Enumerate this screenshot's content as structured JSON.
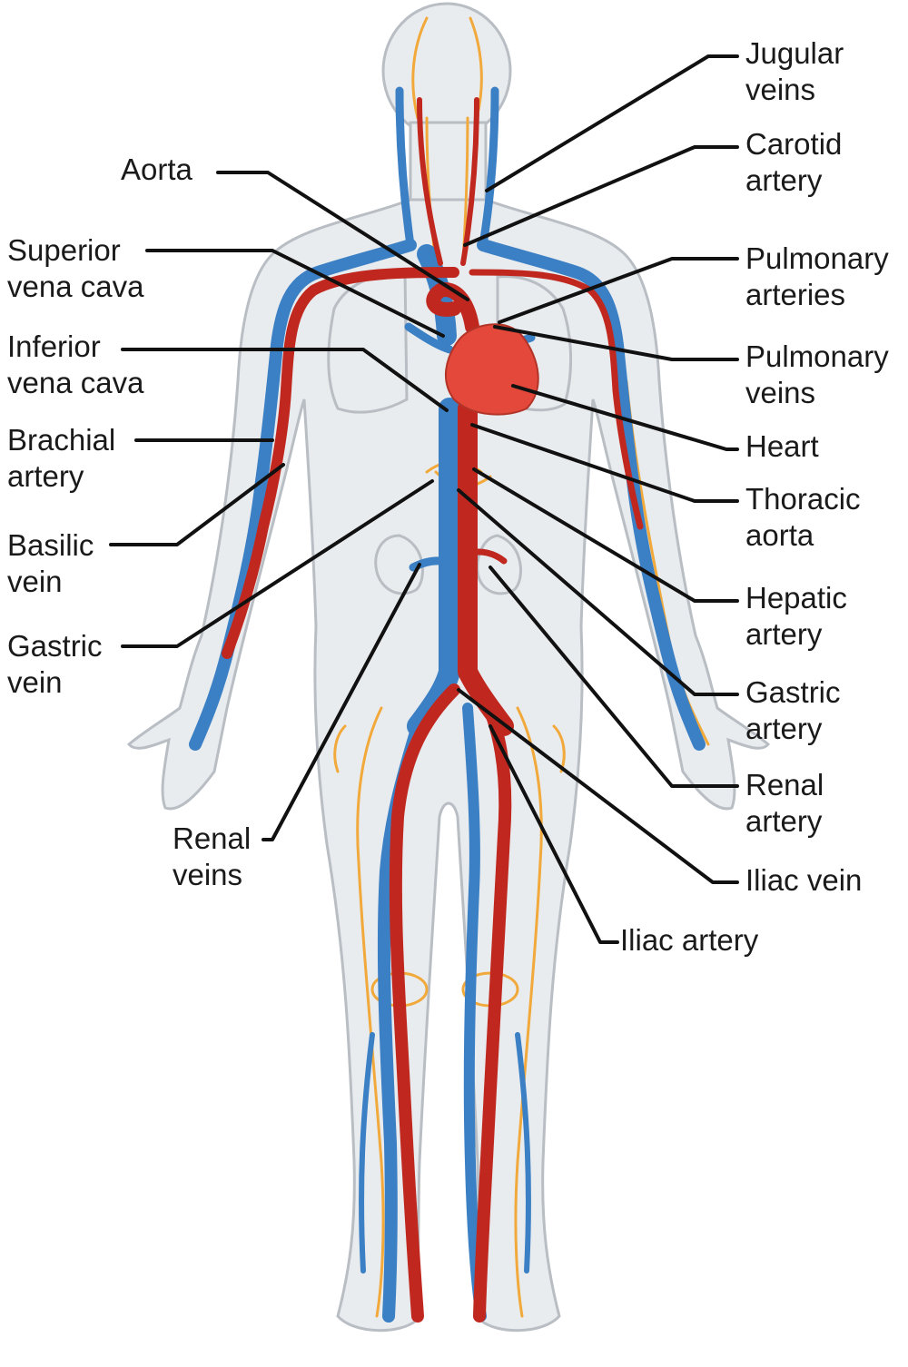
{
  "colors": {
    "vein": "#3b7fc4",
    "artery": "#c0281f",
    "heart": "#e3483a",
    "capillary": "#f2a93b",
    "body": "#e9ecef"
  },
  "labels": {
    "jugular_veins": [
      "Jugular",
      "veins"
    ],
    "carotid_artery": [
      "Carotid",
      "artery"
    ],
    "aorta": [
      "Aorta"
    ],
    "superior_vena_cava": [
      "Superior",
      "vena cava"
    ],
    "pulmonary_arteries": [
      "Pulmonary",
      "arteries"
    ],
    "inferior_vena_cava": [
      "Inferior",
      "vena cava"
    ],
    "pulmonary_veins": [
      "Pulmonary",
      "veins"
    ],
    "brachial_artery": [
      "Brachial",
      "artery"
    ],
    "heart": [
      "Heart"
    ],
    "thoracic_aorta": [
      "Thoracic",
      "aorta"
    ],
    "basilic_vein": [
      "Basilic",
      "vein"
    ],
    "hepatic_artery": [
      "Hepatic",
      "artery"
    ],
    "gastric_vein": [
      "Gastric",
      "vein"
    ],
    "gastric_artery": [
      "Gastric",
      "artery"
    ],
    "renal_artery": [
      "Renal",
      "artery"
    ],
    "renal_veins": [
      "Renal",
      "veins"
    ],
    "iliac_vein": [
      "Iliac vein"
    ],
    "iliac_artery": [
      "Iliac artery"
    ]
  }
}
